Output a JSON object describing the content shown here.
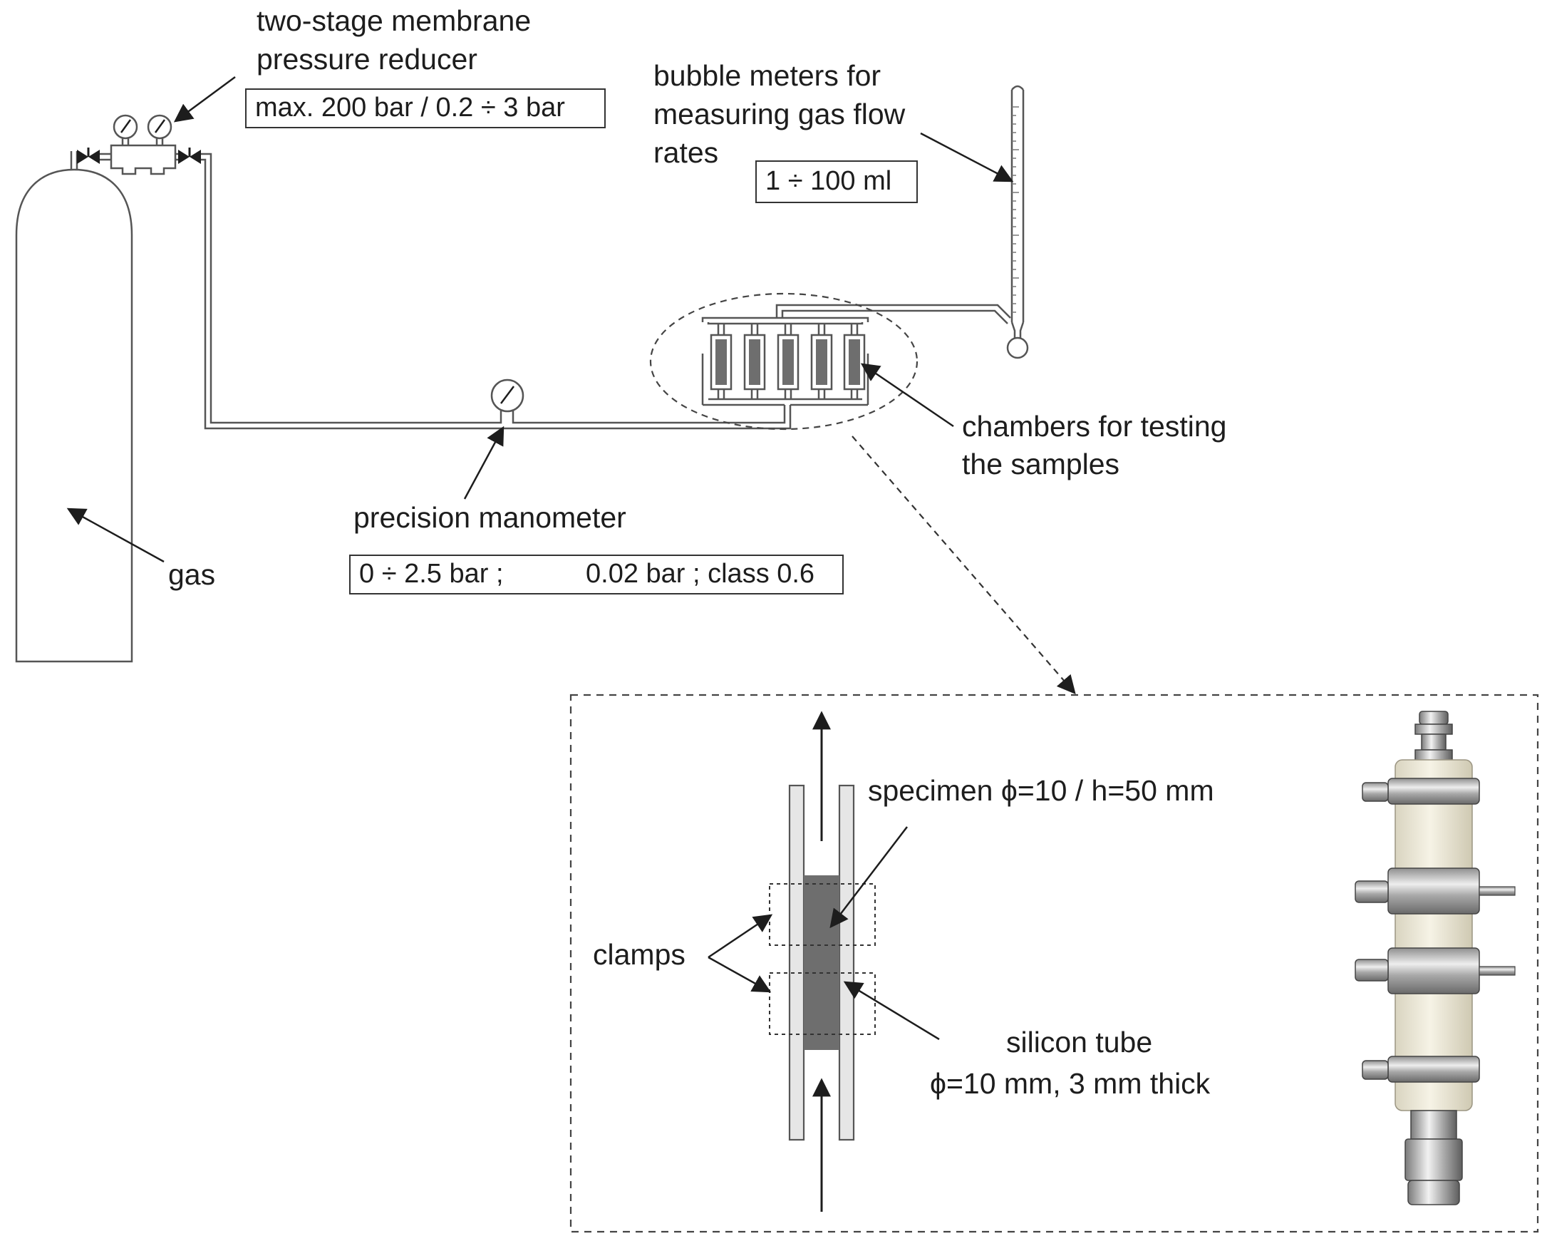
{
  "labels": {
    "reducer_line1": "two-stage membrane",
    "reducer_line2": "pressure reducer",
    "reducer_spec": "max. 200 bar / 0.2 ÷ 3 bar",
    "bubble_line1": "bubble meters for",
    "bubble_line2": "measuring gas flow",
    "bubble_line3": "rates",
    "bubble_spec": "1 ÷ 100 ml",
    "chambers_line1": "chambers for testing",
    "chambers_line2": "the samples",
    "manometer": "precision manometer",
    "manometer_spec_left": "0 ÷ 2.5 bar ;",
    "manometer_spec_right": "0.02 bar ; class 0.6",
    "gas": "gas",
    "specimen": "specimen ϕ=10 / h=50 mm",
    "clamps": "clamps",
    "tube_line1": "silicon tube",
    "tube_line2": "ϕ=10 mm, 3 mm thick"
  },
  "colors": {
    "ink": "#1d1d1d",
    "line": "#555555",
    "specimen_fill": "#6e6e6e",
    "tube_fill": "#e6e6e6",
    "clamp_metal": "#b9b9b9",
    "tube_photo": "#ece8d8"
  },
  "icons": [
    "gauge-icon",
    "valve-icon",
    "arrow-icon"
  ]
}
